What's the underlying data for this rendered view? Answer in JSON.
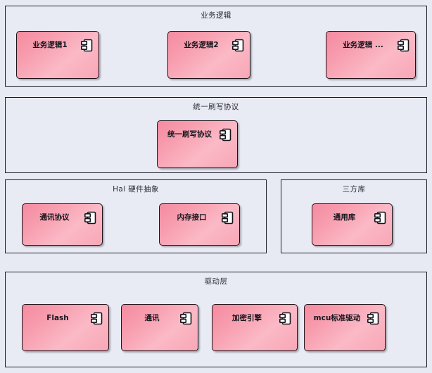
{
  "diagram": {
    "type": "uml-component-diagram",
    "background_color": "#e8eaf3",
    "component_fill_start": "#f58ba0",
    "component_fill_end": "#fbb9c6",
    "border_color": "#1a1a26",
    "layers": [
      {
        "id": "business-logic",
        "title": "业务逻辑",
        "components": [
          {
            "label": "业务逻辑1",
            "icon": "uml-component-icon"
          },
          {
            "label": "业务逻辑2",
            "icon": "uml-component-icon"
          },
          {
            "label": "业务逻辑 ...",
            "icon": "uml-component-icon"
          }
        ]
      },
      {
        "id": "unified-flash-protocol",
        "title": "统一刷写协议",
        "components": [
          {
            "label": "统一刷写协议",
            "icon": "uml-component-icon"
          }
        ]
      },
      {
        "id": "hal",
        "title": "Hal 硬件抽象",
        "components": [
          {
            "label": "通讯协议",
            "icon": "uml-component-icon"
          },
          {
            "label": "内存接口",
            "icon": "uml-component-icon"
          }
        ]
      },
      {
        "id": "third-party-library",
        "title": "三方库",
        "components": [
          {
            "label": "通用库",
            "icon": "uml-component-icon"
          }
        ]
      },
      {
        "id": "driver-layer",
        "title": "驱动层",
        "components": [
          {
            "label": "Flash",
            "icon": "uml-component-icon"
          },
          {
            "label": "通讯",
            "icon": "uml-component-icon"
          },
          {
            "label": "加密引擎",
            "icon": "uml-component-icon"
          },
          {
            "label": "mcu标准驱动",
            "icon": "uml-component-icon"
          }
        ]
      }
    ]
  }
}
